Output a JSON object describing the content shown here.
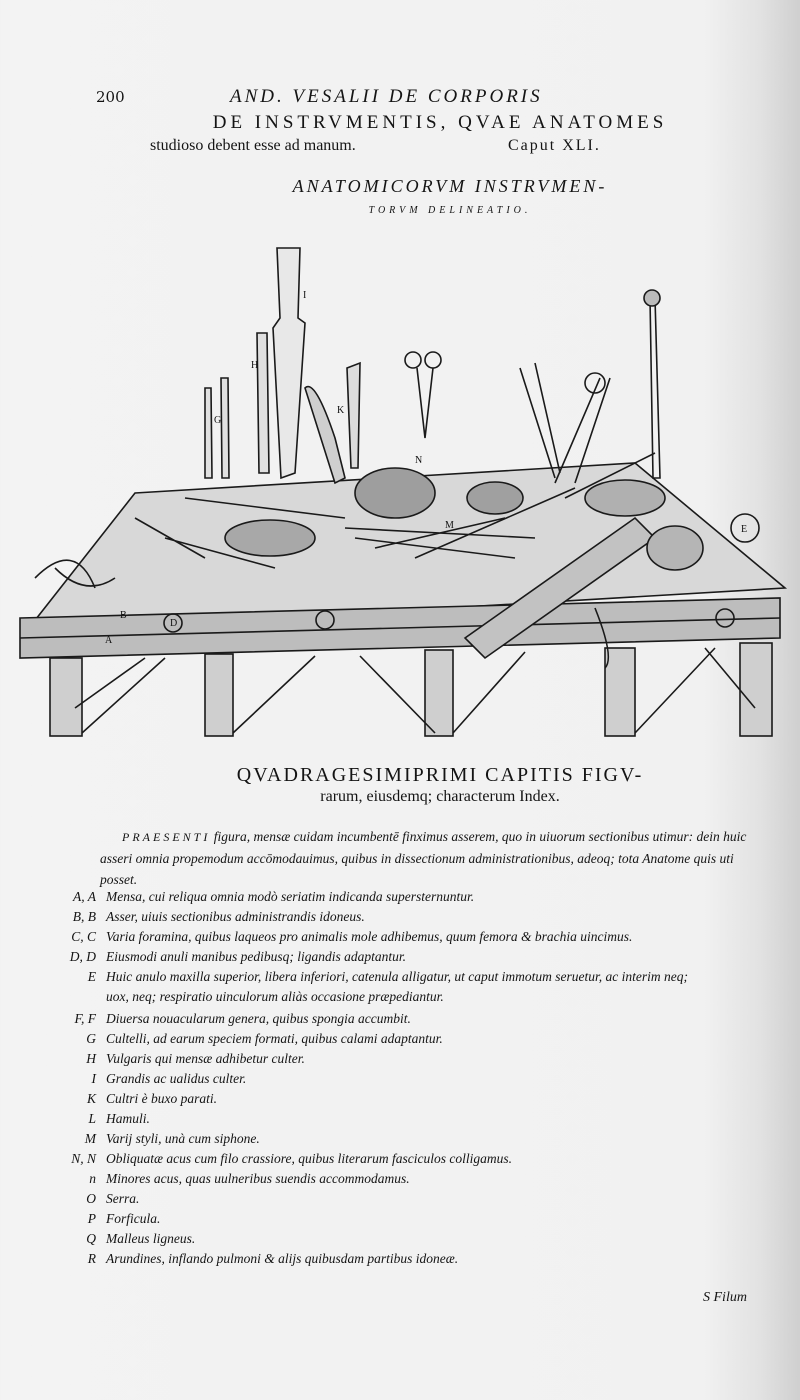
{
  "page_number": "200",
  "running_head": "AND. VESALII DE CORPORIS",
  "chapter": {
    "title": "DE INSTRVMENTIS, QVAE ANATOMES",
    "subtitle": "studioso debent esse ad manum.",
    "caput": "Caput XLI."
  },
  "figure_title": {
    "line1": "ANATOMICORVM INSTRVMEN-",
    "line2": "TORVM DELINEATIO."
  },
  "index_heading": {
    "line1": "QVADRAGESIMIPRIMI CAPITIS FIGV-",
    "line2": "rarum, eiusdemq; characterum Index."
  },
  "intro": {
    "lead": "PRAESENTI",
    "text": "figura, mensæ cuidam incumbentē finximus asserem, quo in uiuorum sectionibus utimur: dein huic asseri omnia propemodum accōmodauimus, quibus in dissectionum administrationibus, adeoq; tota Anatome quis uti posset."
  },
  "entries": [
    {
      "letter": "A, A",
      "text": "Mensa, cui reliqua omnia modò seriatim indicanda supersternuntur."
    },
    {
      "letter": "B, B",
      "text": "Asser, uiuis sectionibus administrandis idoneus."
    },
    {
      "letter": "C, C",
      "text": "Varia foramina, quibus laqueos pro animalis mole adhibemus, quum femora & brachia uincimus."
    },
    {
      "letter": "D, D",
      "text": "Eiusmodi anuli manibus pedibusq; ligandis adaptantur."
    },
    {
      "letter": "E",
      "text": "Huic anulo maxilla superior, libera inferiori, catenula alligatur, ut caput immotum seruetur, ac interim neq;"
    },
    {
      "letter": "",
      "text": "uox, neq; respiratio uinculorum aliàs occasione præpediantur."
    },
    {
      "letter": "F, F",
      "text": "Diuersa nouacularum genera, quibus spongia accumbit."
    },
    {
      "letter": "G",
      "text": "Cultelli, ad earum speciem formati, quibus calami adaptantur."
    },
    {
      "letter": "H",
      "text": "Vulgaris qui mensæ adhibetur culter."
    },
    {
      "letter": "I",
      "text": "Grandis ac ualidus culter."
    },
    {
      "letter": "K",
      "text": "Cultri è buxo parati."
    },
    {
      "letter": "L",
      "text": "Hamuli."
    },
    {
      "letter": "M",
      "text": "Varij styli, unà cum siphone."
    },
    {
      "letter": "N, N",
      "text": "Obliquatæ acus cum filo crassiore, quibus literarum fasciculos colligamus."
    },
    {
      "letter": "n",
      "text": "Minores acus, quas uulneribus suendis accommodamus."
    },
    {
      "letter": "O",
      "text": "Serra."
    },
    {
      "letter": "P",
      "text": "Forficula."
    },
    {
      "letter": "Q",
      "text": "Malleus ligneus."
    },
    {
      "letter": "R",
      "text": "Arundines, inflando pulmoni & alijs quibusdam partibus idoneæ."
    }
  ],
  "catchword": "S Filum",
  "figure_labels": [
    "I",
    "H",
    "G",
    "K",
    "M",
    "N",
    "E",
    "B",
    "A",
    "D"
  ]
}
